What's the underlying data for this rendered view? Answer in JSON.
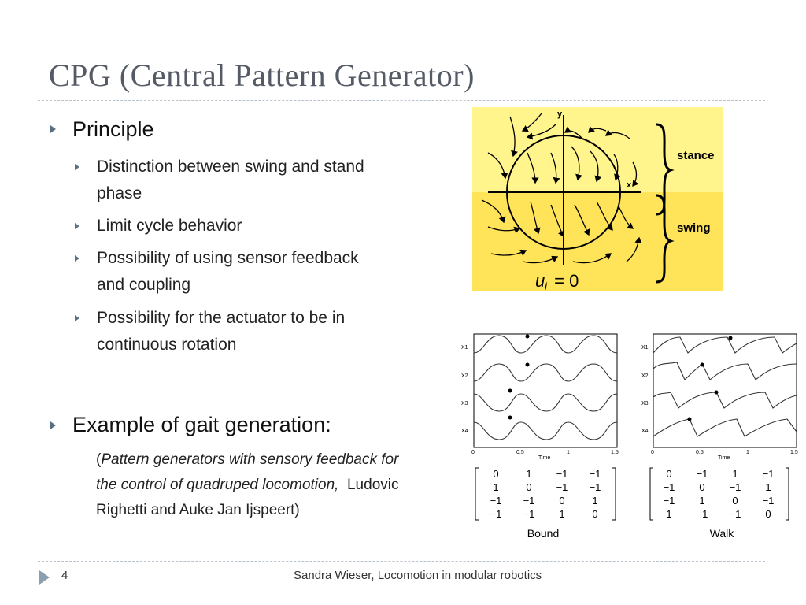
{
  "slide": {
    "title": "CPG (Central Pattern Generator)",
    "bullets": {
      "principle": "Principle",
      "sub": [
        "Distinction between swing and stand",
        "phase",
        "Limit cycle behavior",
        "Possibility of using sensor feedback",
        "and coupling",
        "Possibility for the actuator to be in",
        "continuous rotation"
      ],
      "example": "Example of gait generation:"
    },
    "citation": {
      "open": "(",
      "italic_line1": "Pattern generators with sensory feedback for",
      "italic_line2": "the control of quadruped locomotion,",
      "author_tail": "  Ludovic",
      "line3": "Righetti and Auke Jan Ijspeert)"
    }
  },
  "figure_phase": {
    "y_label": "y",
    "x_label": "x",
    "stance_label": "stance",
    "swing_label": "swing",
    "equation": "u",
    "equation_sub": "i",
    "equation_rest": " = 0",
    "colors": {
      "stance_bg": "#fff58c",
      "swing_bg": "#ffe45a"
    }
  },
  "figure_gaits": {
    "signals": [
      "X1",
      "X2",
      "X3",
      "X4"
    ],
    "x_ticks": [
      "0",
      "0.5",
      "1",
      "1.5"
    ],
    "x_label": "Time",
    "bound": {
      "label": "Bound",
      "matrix": [
        [
          "0",
          "1",
          "−1",
          "−1"
        ],
        [
          "1",
          "0",
          "−1",
          "−1"
        ],
        [
          "−1",
          "−1",
          "0",
          "1"
        ],
        [
          "−1",
          "−1",
          "1",
          "0"
        ]
      ]
    },
    "walk": {
      "label": "Walk",
      "matrix": [
        [
          "0",
          "−1",
          "1",
          "−1"
        ],
        [
          "−1",
          "0",
          "−1",
          "1"
        ],
        [
          "−1",
          "1",
          "0",
          "−1"
        ],
        [
          "1",
          "−1",
          "−1",
          "0"
        ]
      ]
    }
  },
  "footer": {
    "page": "4",
    "text": "Sandra Wieser, Locomotion in modular robotics"
  }
}
